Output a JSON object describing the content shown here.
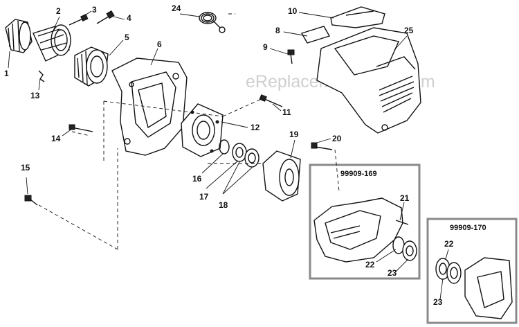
{
  "watermark": "eReplacementParts.com",
  "insets": [
    {
      "id": "inset-169",
      "label": "99909-169"
    },
    {
      "id": "inset-170",
      "label": "99909-170"
    }
  ],
  "callouts": [
    "1",
    "2",
    "3",
    "4",
    "5",
    "6",
    "8",
    "9",
    "10",
    "11",
    "12",
    "13",
    "14",
    "15",
    "16",
    "17",
    "18",
    "19",
    "20",
    "21",
    "22",
    "23",
    "24",
    "25",
    "22",
    "23"
  ]
}
